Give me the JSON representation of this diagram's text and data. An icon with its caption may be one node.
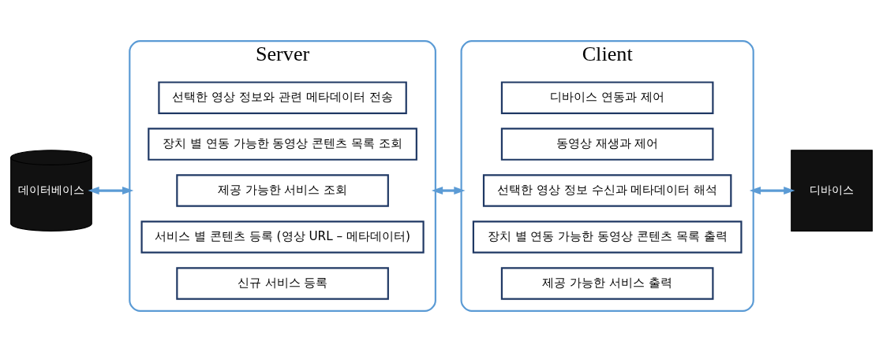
{
  "diagram": {
    "nodes": [
      {
        "text": [
          "데이터베이스"
        ]
      },
      {
        "text": [
          "Server"
        ]
      },
      {
        "text": [
          "신규 서비스 등록"
        ],
        "in": 1
      },
      {
        "text": [
          "서비스 별 콘텐츠 등록 (영상 URL – 메타데이터)"
        ],
        "in": 1
      },
      {
        "text": [
          "제공 가능한 서비스 조회"
        ],
        "in": 1
      },
      {
        "text": [
          "장치 별 연동 가능한 동영상 콘텐츠 목록 조회"
        ],
        "in": 1
      },
      {
        "text": [
          "선택한 영상 정보와 관련 메타데이터 전송"
        ],
        "in": 1
      },
      {
        "text": [
          "Client"
        ]
      },
      {
        "text": [
          "제공 가능한 서비스 출력"
        ],
        "in": 7
      },
      {
        "text": [
          "장치 별 연동 가능한 동영상 콘텐츠 목록 출력"
        ],
        "in": 7
      },
      {
        "text": [
          "선택한 영상 정보 수신과 메타데이터 해석"
        ],
        "in": 7
      },
      {
        "text": [
          "동영상 재생과 제어"
        ],
        "in": 7
      },
      {
        "text": [
          "디바이스 연동과 제어"
        ],
        "in": 7
      },
      {
        "text": [
          "디바이스"
        ]
      }
    ],
    "edges": [
      {
        "from": 0,
        "to": 1,
        "arrow": "both"
      },
      {
        "from": 1,
        "to": 7,
        "arrow": "both"
      },
      {
        "from": 7,
        "to": 13,
        "arrow": "both"
      }
    ]
  }
}
